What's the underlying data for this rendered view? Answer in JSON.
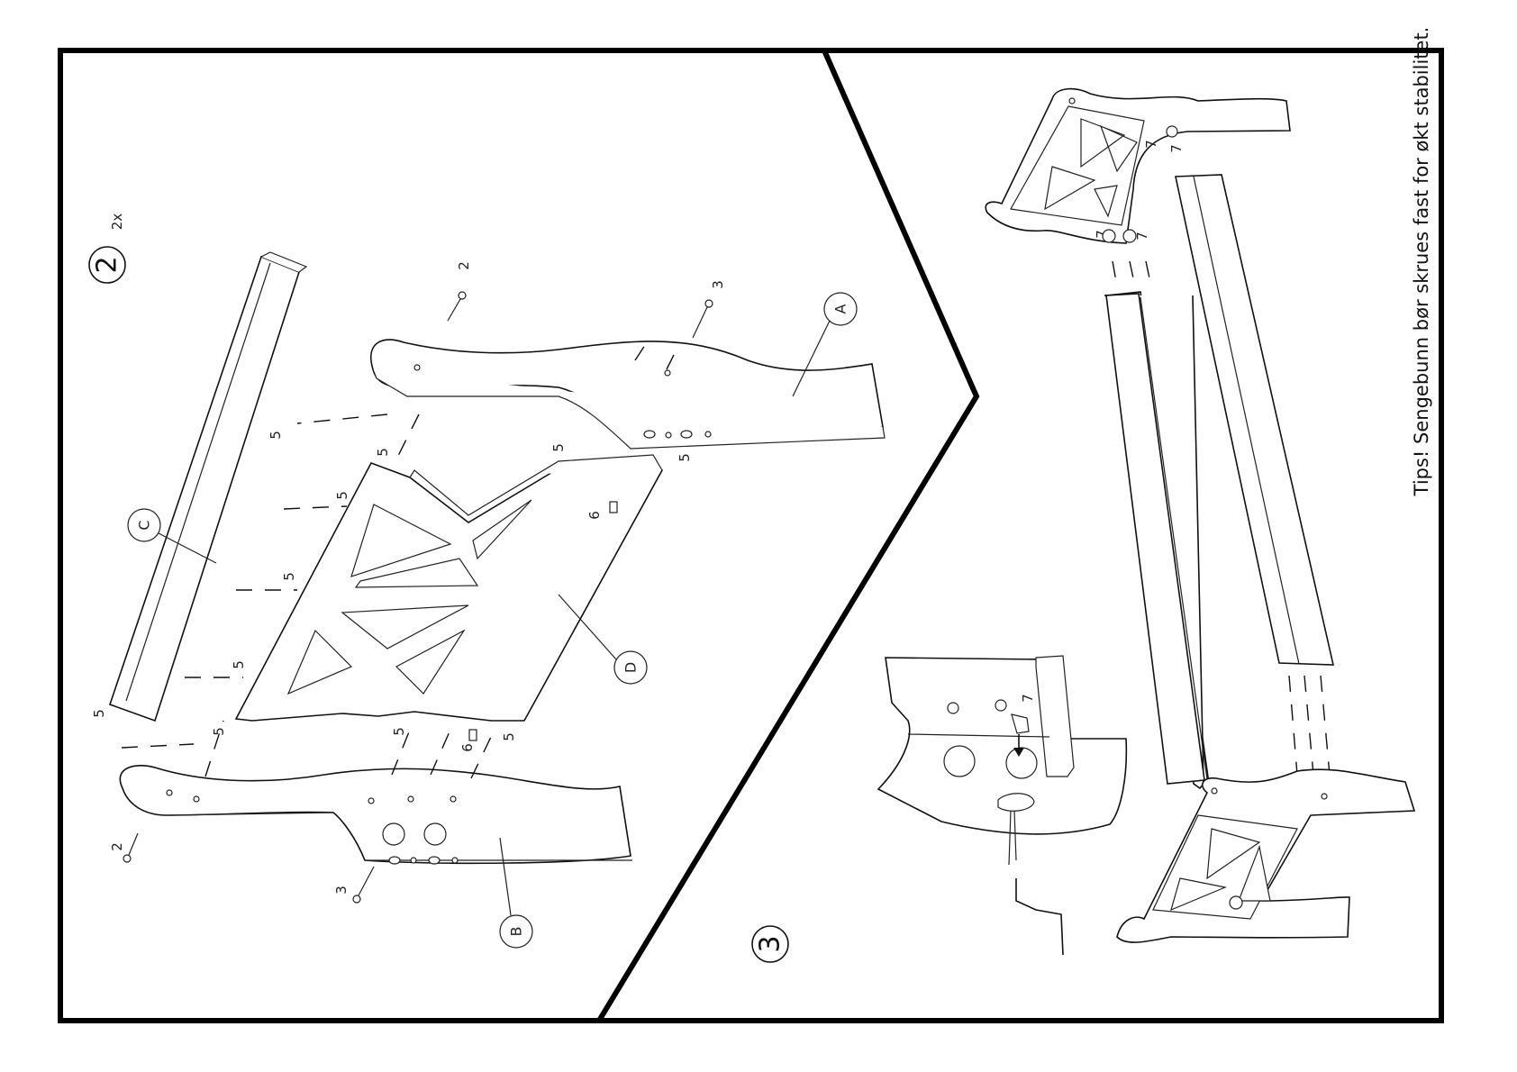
{
  "step2": {
    "number": "2",
    "multiplier": "2x"
  },
  "step3": {
    "number": "3"
  },
  "parts": {
    "a": "A",
    "b": "B",
    "c": "C",
    "d": "D"
  },
  "hardware": {
    "bolt": "2",
    "screw": "3",
    "dowel": "5",
    "nut": "6",
    "cam": "7"
  },
  "tip": "Tips! Sengebunn bør skrues fast for økt stabilitet.",
  "colors": {
    "line": "#111111",
    "background": "#ffffff"
  }
}
